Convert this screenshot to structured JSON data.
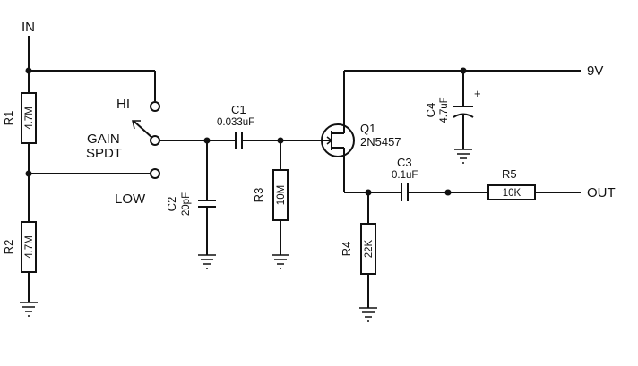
{
  "nets": {
    "input": "IN",
    "supply": "9V",
    "output": "OUT"
  },
  "switch": {
    "hi": "HI",
    "low": "LOW",
    "name": "GAIN",
    "type": "SPDT"
  },
  "components": {
    "r1": {
      "ref": "R1",
      "value": "4.7M"
    },
    "r2": {
      "ref": "R2",
      "value": "4.7M"
    },
    "r3": {
      "ref": "R3",
      "value": "10M"
    },
    "r4": {
      "ref": "R4",
      "value": "22K"
    },
    "r5": {
      "ref": "R5",
      "value": "10K"
    },
    "c1": {
      "ref": "C1",
      "value": "0.033uF"
    },
    "c2": {
      "ref": "C2",
      "value": "20pF"
    },
    "c3": {
      "ref": "C3",
      "value": "0.1uF"
    },
    "c4": {
      "ref": "C4",
      "value": "4.7uF",
      "polarity": "+"
    },
    "q1": {
      "ref": "Q1",
      "value": "2N5457"
    }
  }
}
